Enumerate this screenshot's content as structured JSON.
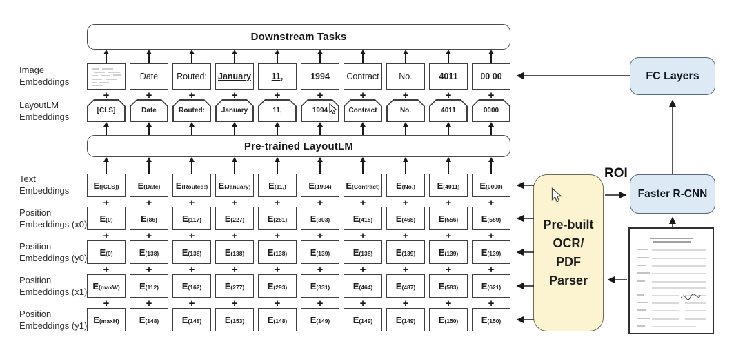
{
  "diagram": {
    "downstream_tasks": "Downstream Tasks",
    "pretrained": "Pre-trained LayoutLM",
    "fc_layers": "FC Layers",
    "faster_rcnn": "Faster R-CNN",
    "roi": "ROI",
    "parser_lines": [
      "Pre-built",
      "OCR/",
      "PDF",
      "Parser"
    ]
  },
  "labels": [
    "Image\nEmbeddings",
    "LayoutLM\nEmbeddings",
    "Text\nEmbeddings",
    "Position\nEmbeddings (x0)",
    "Position\nEmbeddings (y0)",
    "Position\nEmbeddings (x1)",
    "Position\nEmbeddings (y1)"
  ],
  "colors": {
    "box-blue": "#dde9f5",
    "box-blue-border": "#5a6b7e",
    "parser-yellow": "#fcf3d1",
    "parser-border": "#6f6a55",
    "line": "#1a1a1a"
  },
  "grid": {
    "columns": 10,
    "plus": "+",
    "rows": [
      {
        "id": "row-image",
        "kind": "image",
        "cells": [
          {
            "thumb": true
          },
          {
            "t": "Date"
          },
          {
            "t": "Routed:"
          },
          {
            "t": "January",
            "b": 1,
            "u": 1
          },
          {
            "t": "11,",
            "b": 1,
            "u": 1
          },
          {
            "t": "1994",
            "b": 1
          },
          {
            "t": "Contract"
          },
          {
            "t": "No."
          },
          {
            "t": "4011",
            "b": 1
          },
          {
            "t": "00 00",
            "b": 1
          }
        ]
      },
      {
        "id": "row-layoutlm",
        "kind": "token",
        "cells": [
          "[CLS]",
          "Date",
          "Routed:",
          "January",
          "11,",
          "1994",
          "Contract",
          "No.",
          "4011",
          "0000"
        ]
      },
      {
        "id": "row-text",
        "kind": "e",
        "base": "E",
        "subs": [
          "([CLS])",
          "(Date)",
          "(Routed:)",
          "(January)",
          "(11,)",
          "(1994)",
          "(Contract)",
          "(No.)",
          "(4011)",
          "(0000)"
        ]
      },
      {
        "id": "row-x0",
        "kind": "e",
        "base": "E",
        "subs": [
          "(0)",
          "(86)",
          "(117)",
          "(227)",
          "(281)",
          "(303)",
          "(415)",
          "(468)",
          "(556)",
          "(589)"
        ]
      },
      {
        "id": "row-y0",
        "kind": "e",
        "base": "E",
        "subs": [
          "(0)",
          "(138)",
          "(138)",
          "(138)",
          "(138)",
          "(139)",
          "(138)",
          "(139)",
          "(139)",
          "(139)"
        ]
      },
      {
        "id": "row-x1",
        "kind": "e",
        "base": "E",
        "subs": [
          "(maxW)",
          "(112)",
          "(162)",
          "(277)",
          "(293)",
          "(331)",
          "(464)",
          "(487)",
          "(583)",
          "(621)"
        ]
      },
      {
        "id": "row-y1",
        "kind": "e",
        "base": "E",
        "subs": [
          "(maxH)",
          "(148)",
          "(148)",
          "(153)",
          "(148)",
          "(149)",
          "(149)",
          "(149)",
          "(150)",
          "(150)"
        ]
      }
    ]
  }
}
